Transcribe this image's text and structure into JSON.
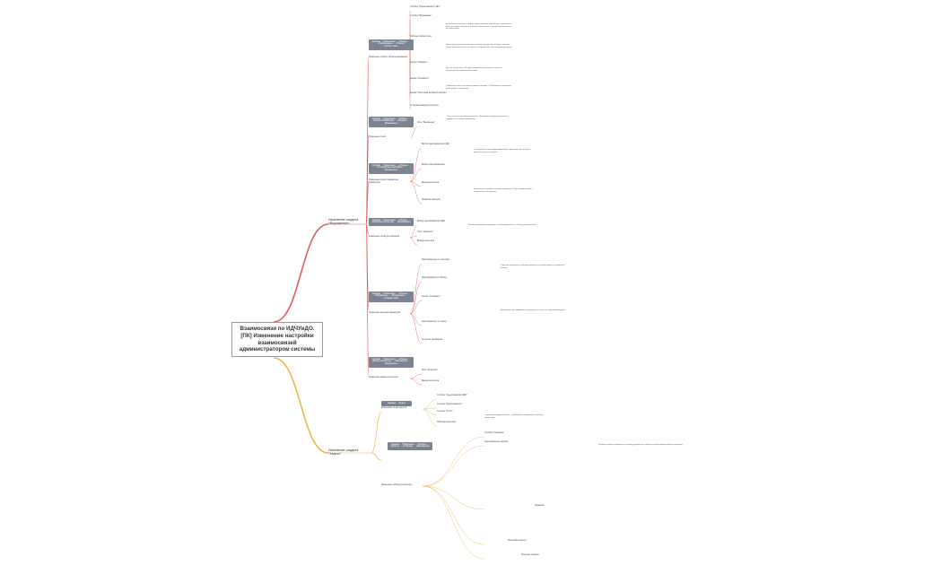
{
  "root": {
    "title": "Взаимосвязи по ИДЧУиДО. [ПК] Изменение настройки взаимосвязей администратором системы"
  },
  "branches": [
    {
      "label": "Изменение раздела «Выражение»",
      "color": "#e05c5c",
      "groups": [
        {
          "box": "Справка → Примечания → «Общие» → «Информация» → «Права и соответствие»",
          "label": "Изменение полей и таблицы выражения",
          "items": [
            "Столбец \"Идентификатор ЧДО\"",
            "Столбец \"Выражение\"",
            "Таблица соответствия",
            "Кнопка \"Обновить\"",
            "Кнопка \"Сохранить\"",
            "Кнопка \"Настройки активной таблицы\"",
            "Установка вывода результата"
          ]
        },
        {
          "box": "Справка → Примечания → «Общие» → «Кнопка обновления» → «Общие» → «Выражение»",
          "label": "Изменение полей",
          "items": [
            "Поле \"Выражение\""
          ]
        },
        {
          "box": "Справка → Примечания → «Общие» → «Стандартные настройки» → «Выражение»",
          "label": "Изменение полей стандартных параметров",
          "items": [
            "Выбор идентификатора ЧДО",
            "Выбор идентификатора",
            "Вывод результата",
            "Проверка значения"
          ]
        },
        {
          "box": "Справка → Примечания → «Общие» → «Значение результата» → «Выражение»",
          "label": "Изменение полей для значения",
          "items": [
            "Выбор идентификатора ЧДО",
            "Поле \"Значение\"",
            "Вывод результата"
          ]
        },
        {
          "box": "Справка → Примечания → «Общие» → «Параметры» → «Выражение» → «Стандартный»",
          "label": "Изменение функций параметров",
          "items": [
            "Идентификатор по настройке",
            "Идентификатор в таблице",
            "Кнопка \"Сохранить\"",
            "Идентификатор по списку",
            "Результат выражения"
          ]
        },
        {
          "box": "Справка → Примечания → «Общие» → «Вывод результата» → «Выражение» → «Выражение»",
          "label": "Изменение вывода результата",
          "items": [
            "Поле \"Результат\"",
            "Вывод результата"
          ]
        }
      ]
    },
    {
      "label": "Изменение раздела \"Запрос\"",
      "color": "#e8b84a",
      "groups": [
        {
          "box": "Справка → Запрос",
          "label": "Изменение полей запроса",
          "items": [
            "Столбец \"Идентификатор ЧДО\"",
            "Столбец \"Идентификатор\"",
            "Столбец \"Отчёт\"",
            "Таблица результата"
          ]
        },
        {
          "box": "Справка → Примечания → «Общие» → «Запрос» → «Таблица» → «Выражение»",
          "label": "Изменение таблицы результата",
          "items": [
            "Столбец \"Описание\"",
            "Идентификатор запроса",
            "Проверка",
            "Настройка запроса",
            "Результат запроса"
          ]
        }
      ]
    }
  ],
  "paragraphs": [
    "Выполняется переход на форму редактирования выражения. Открывается поле для ввода значения и таблица соответствия, в которой отображаются все параметры.",
    "При нажатии кнопки выполняется обновление данных таблицы, значения полей пересчитываются, результат отображается в области предпросмотра.",
    "Данные сохраняются. В журнале изменений появляется запись о сохранении настройки взаимосвязи.",
    "Открывается окно настройки активной таблицы. Отображаются параметры фильтрации и сортировки.",
    "Поле доступно для редактирования. При вводе значения выполняется проверка синтаксиса выражения.",
    "Отображается список идентификаторов, доступных для выбора в рамках текущей настройки.",
    "Выполняется проверка значения выражения. При наличии ошибок отображается сообщение.",
    "Результат выражения выводится в поле результата и в таблицу соответствия.",
    "Значение выводится в таблице результата в соответствии с настройками вывода.",
    "Выбранный идентификатор отображается в поле и в таблице параметров.",
    "Открывается форма запроса. Отображаются параметры и поля для заполнения.",
    "Результат запроса выводится в таблицу результата с учётом настроек фильтрации и сортировки."
  ]
}
